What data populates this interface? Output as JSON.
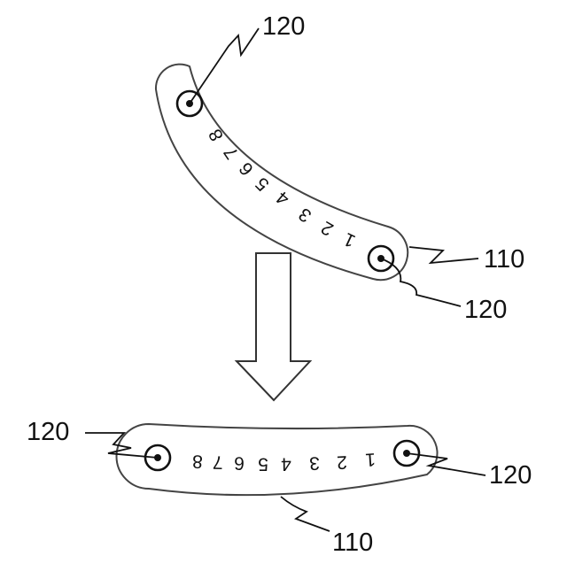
{
  "upper_strip": {
    "digits": [
      "1",
      "2",
      "3",
      "4",
      "5",
      "6",
      "7",
      "8"
    ],
    "labels": {
      "hole_top": "120",
      "strip": "110",
      "hole_bottom": "120"
    }
  },
  "lower_strip": {
    "digits": [
      "1",
      "2",
      "3",
      "4",
      "5",
      "6",
      "7",
      "8"
    ],
    "labels": {
      "hole_left": "120",
      "hole_right": "120",
      "strip": "110"
    }
  }
}
